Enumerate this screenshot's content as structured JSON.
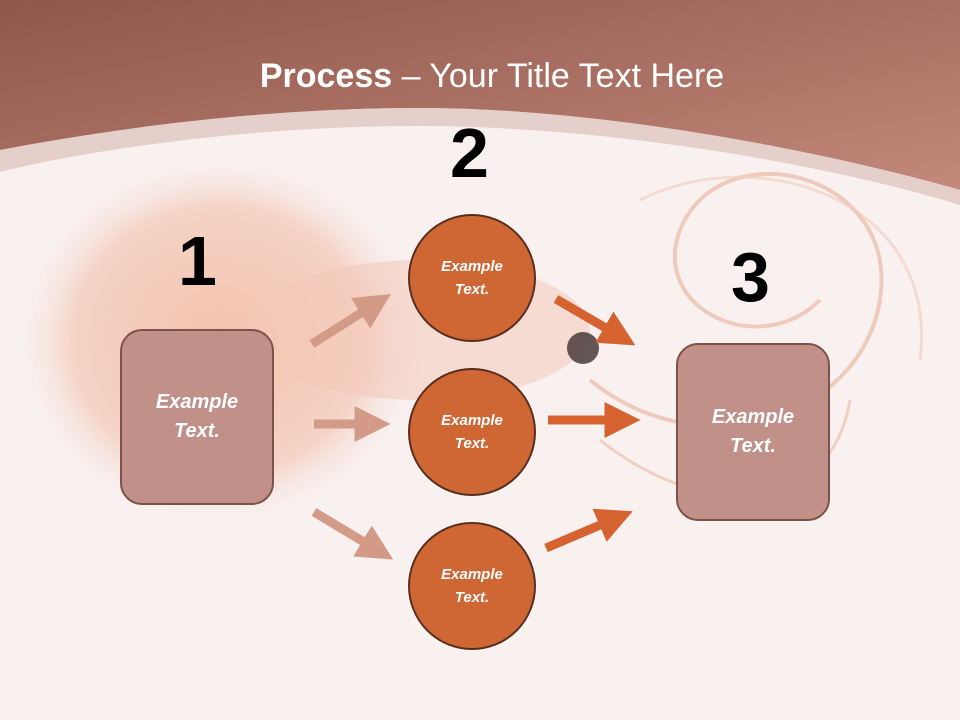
{
  "title": {
    "bold": "Process",
    "rest": " – Your Title Text Here"
  },
  "steps": {
    "one": "1",
    "two": "2",
    "three": "3"
  },
  "nodes": {
    "left_box": "Example\nText.",
    "circle_top": "Example\nText.",
    "circle_middle": "Example\nText.",
    "circle_bottom": "Example\nText.",
    "right_box": "Example\nText."
  },
  "colors": {
    "header": "#a06a5e",
    "box_fill": "#c19088",
    "circle_fill": "#cf6735",
    "arrow_light": "#d49a88",
    "arrow_dark": "#d6622f"
  }
}
